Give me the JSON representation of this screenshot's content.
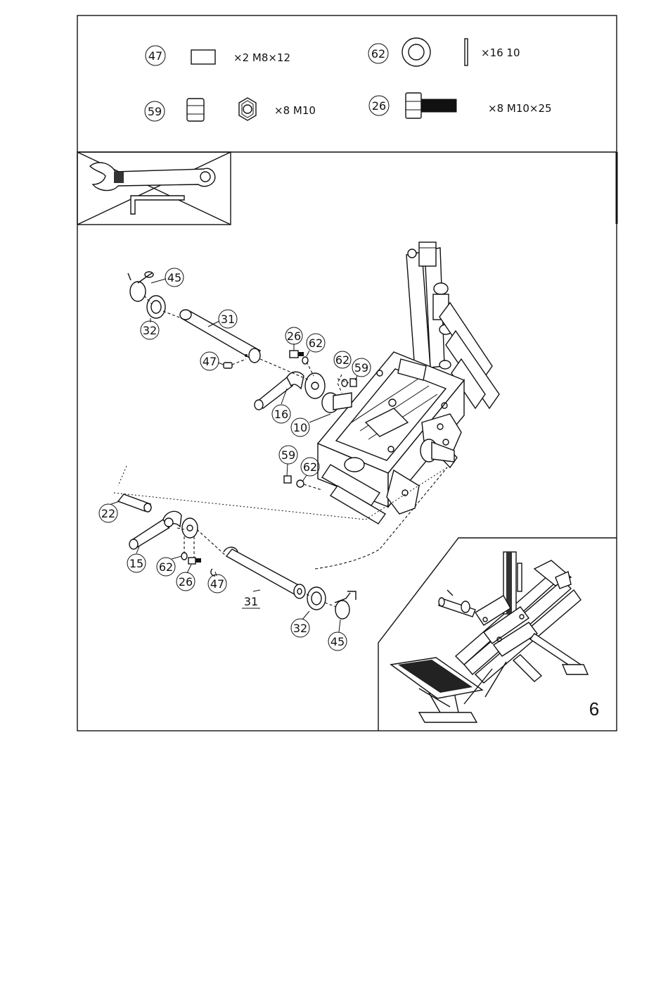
{
  "hardware": [
    {
      "part": "47",
      "spec": "×2  M8×12"
    },
    {
      "part": "62",
      "spec": "×16  10"
    },
    {
      "part": "59",
      "spec": "×8  M10"
    },
    {
      "part": "26",
      "spec": "×8  M10×25"
    }
  ],
  "tools": [
    "adjustable-wrench",
    "allen-key"
  ],
  "callouts": {
    "c45a": "45",
    "c32a": "32",
    "c31a": "31",
    "c26a": "26",
    "c62a": "62",
    "c47a": "47",
    "c62b": "62",
    "c59a": "59",
    "c16": "16",
    "c10": "10",
    "c59b": "59",
    "c62c": "62",
    "c22": "22",
    "c15": "15",
    "c62d": "62",
    "c26b": "26",
    "c47b": "47",
    "c31b": "31",
    "c32b": "32",
    "c45b": "45"
  },
  "step_number": "6"
}
